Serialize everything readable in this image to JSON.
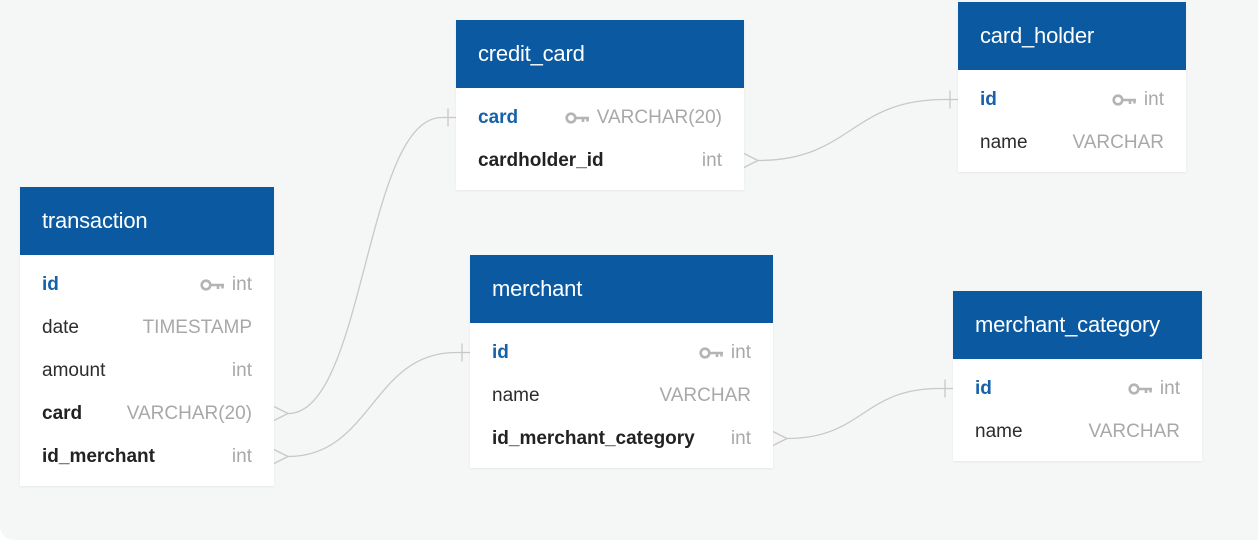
{
  "colors": {
    "canvas_background": "#f5f6f6",
    "header_background": "#0b5aa1",
    "header_text": "#ffffff",
    "primary_key_text": "#1562aa",
    "type_text": "#a8a8a8",
    "connector_line": "#c8c8c8"
  },
  "tables": {
    "credit_card": {
      "title": "credit_card",
      "fields": [
        {
          "name": "card",
          "type": "VARCHAR(20)",
          "primary_key": true
        },
        {
          "name": "cardholder_id",
          "type": "int",
          "bold": true
        }
      ]
    },
    "card_holder": {
      "title": "card_holder",
      "fields": [
        {
          "name": "id",
          "type": "int",
          "primary_key": true
        },
        {
          "name": "name",
          "type": "VARCHAR"
        }
      ]
    },
    "transaction": {
      "title": "transaction",
      "fields": [
        {
          "name": "id",
          "type": "int",
          "primary_key": true
        },
        {
          "name": "date",
          "type": "TIMESTAMP"
        },
        {
          "name": "amount",
          "type": "int"
        },
        {
          "name": "card",
          "type": "VARCHAR(20)",
          "bold": true
        },
        {
          "name": "id_merchant",
          "type": "int",
          "bold": true
        }
      ]
    },
    "merchant": {
      "title": "merchant",
      "fields": [
        {
          "name": "id",
          "type": "int",
          "primary_key": true
        },
        {
          "name": "name",
          "type": "VARCHAR"
        },
        {
          "name": "id_merchant_category",
          "type": "int",
          "bold": true
        }
      ]
    },
    "merchant_category": {
      "title": "merchant_category",
      "fields": [
        {
          "name": "id",
          "type": "int",
          "primary_key": true
        },
        {
          "name": "name",
          "type": "VARCHAR"
        }
      ]
    }
  },
  "relationships": [
    {
      "from": "transaction.card",
      "to": "credit_card.card",
      "cardinality": "many-to-one"
    },
    {
      "from": "transaction.id_merchant",
      "to": "merchant.id",
      "cardinality": "many-to-one"
    },
    {
      "from": "credit_card.cardholder_id",
      "to": "card_holder.id",
      "cardinality": "many-to-one"
    },
    {
      "from": "merchant.id_merchant_category",
      "to": "merchant_category.id",
      "cardinality": "many-to-one"
    }
  ]
}
